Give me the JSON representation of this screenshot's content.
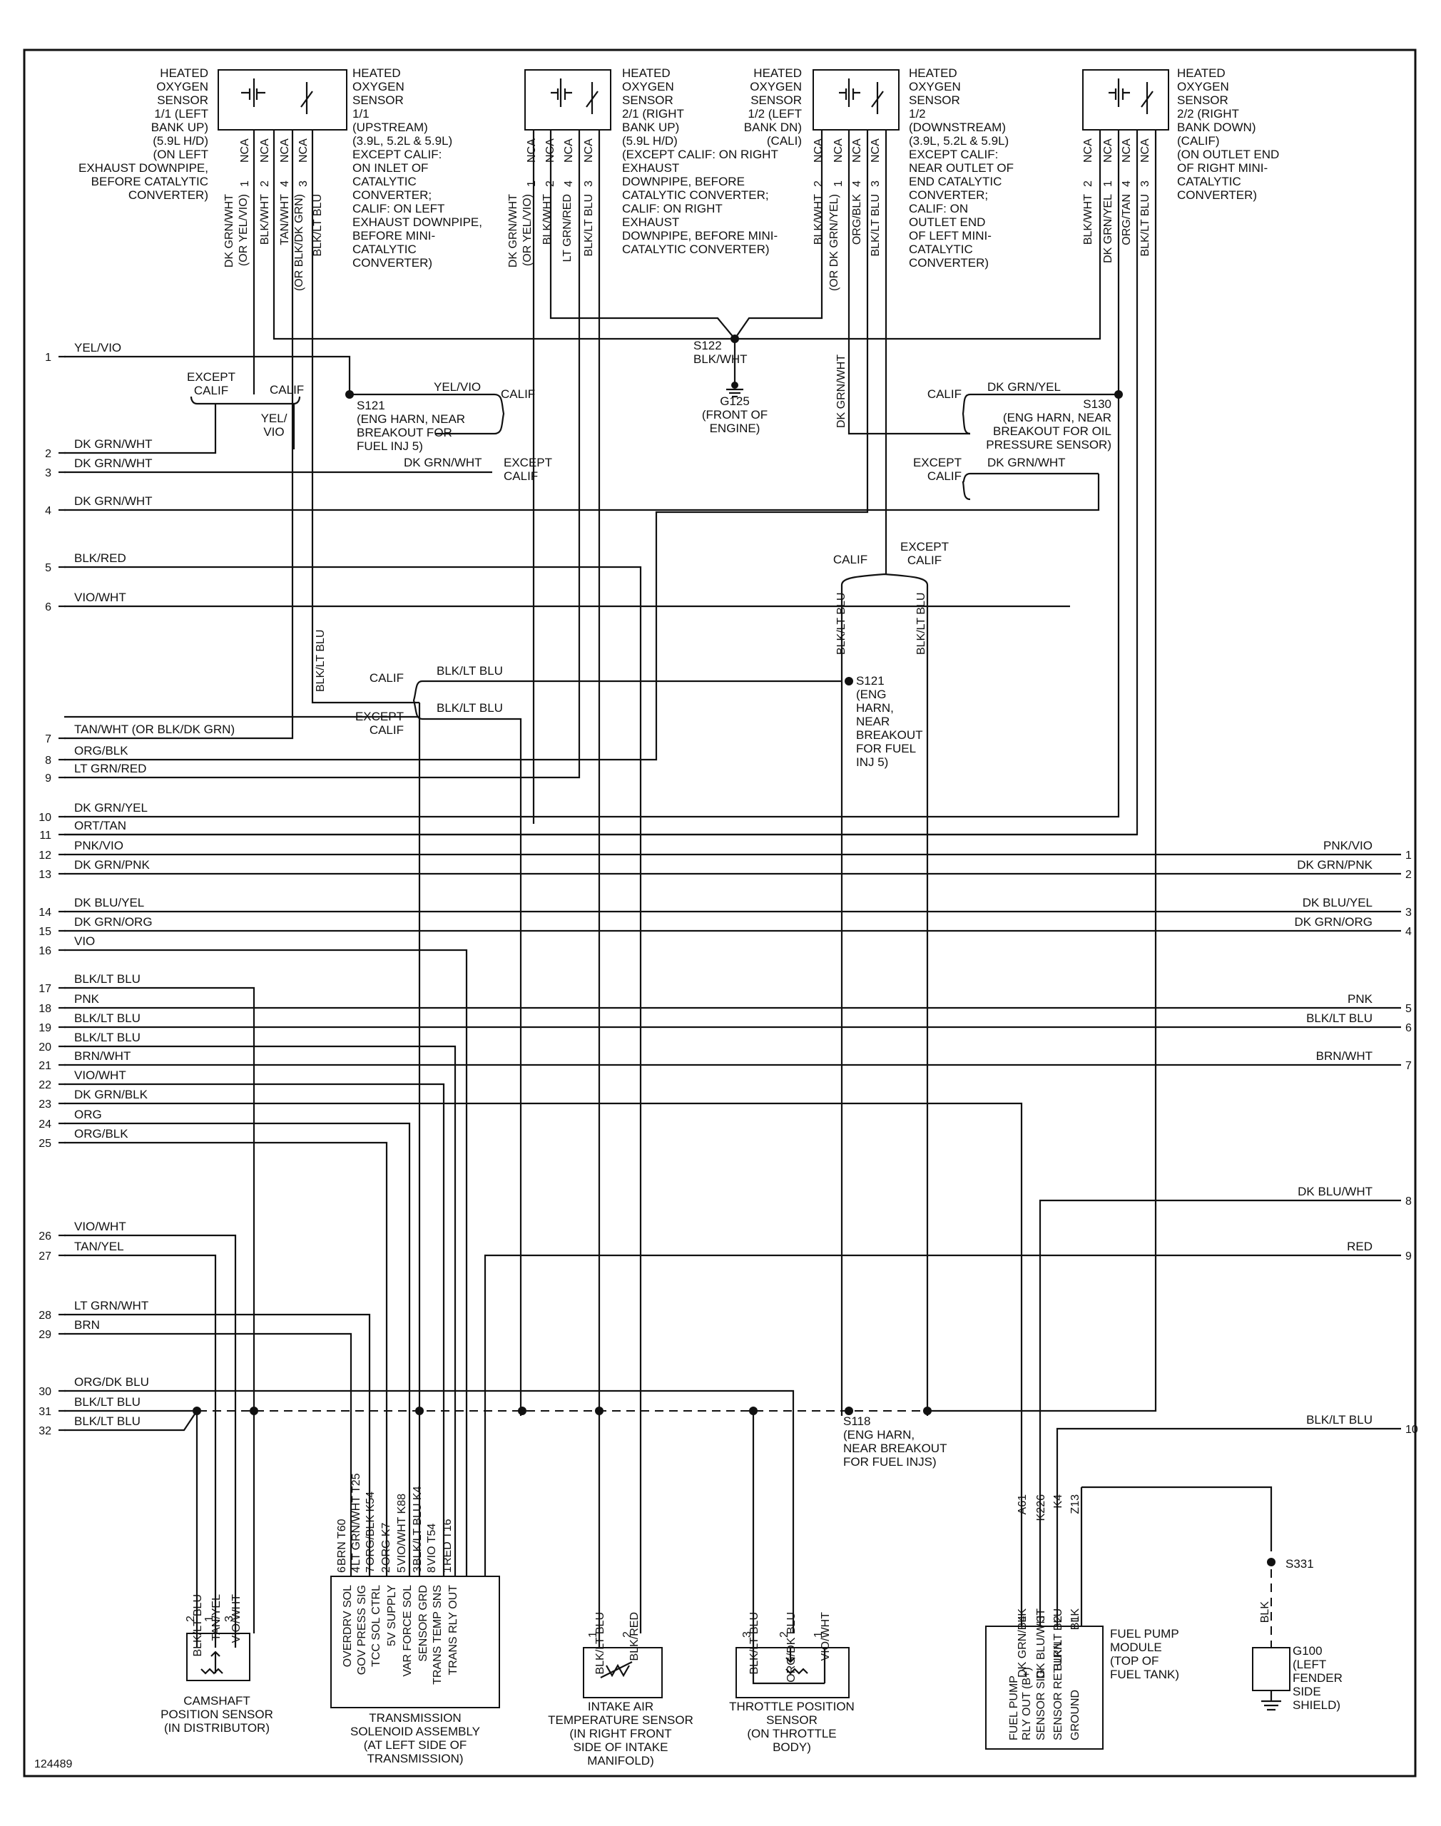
{
  "figure_id": "124489",
  "oxygen_sensors": [
    {
      "id": "s11",
      "title": [
        "HEATED",
        "OXYGEN",
        "SENSOR",
        "1/1 (LEFT",
        "BANK UP)",
        "(5.9L H/D)",
        "(ON LEFT",
        "EXHAUST DOWNPIPE,",
        "BEFORE CATALYTIC",
        "CONVERTER)"
      ],
      "wires": [
        "DK GRN/WHT",
        "(OR YEL/VIO)",
        "BLK/WHT",
        "TAN/WHT",
        "(OR BLK/DK GRN)",
        "BLK/LT BLU"
      ],
      "pins": [
        "NCA",
        "NCA",
        "NCA",
        "NCA"
      ],
      "pin_nums": [
        "1",
        "2",
        "4",
        "3"
      ]
    },
    {
      "id": "s11u",
      "title": [
        "HEATED",
        "OXYGEN",
        "SENSOR",
        "1/1",
        "(UPSTREAM)",
        "(3.9L, 5.2L & 5.9L)",
        "EXCEPT CALIF:",
        "ON INLET OF",
        "CATALYTIC",
        "CONVERTER;",
        "CALIF: ON LEFT",
        "EXHAUST DOWNPIPE,",
        "BEFORE MINI-",
        "CATALYTIC",
        "CONVERTER)"
      ]
    },
    {
      "id": "s21",
      "title": [
        "HEATED",
        "OXYGEN",
        "SENSOR",
        "2/1 (RIGHT",
        "BANK UP)",
        "(5.9L H/D)",
        "(EXCEPT CALIF: ON RIGHT",
        "EXHAUST",
        "DOWNPIPE, BEFORE",
        "CATALYTIC CONVERTER;",
        "CALIF: ON RIGHT",
        "EXHAUST",
        "DOWNPIPE, BEFORE MINI-",
        "CATALYTIC CONVERTER)"
      ],
      "wires": [
        "DK GRN/WHT",
        "(OR YEL/VIO)",
        "BLK/WHT",
        "LT GRN/RED",
        "BLK/LT BLU"
      ],
      "pins": [
        "NCA",
        "NCA",
        "NCA",
        "NCA"
      ],
      "pin_nums": [
        "1",
        "2",
        "4",
        "3"
      ]
    },
    {
      "id": "s12",
      "title": [
        "HEATED",
        "OXYGEN",
        "SENSOR",
        "1/2 (LEFT",
        "BANK DN)",
        "(CALI)"
      ],
      "wires": [
        "BLK/WHT",
        "(OR DK GRN/YEL)",
        "ORG/BLK",
        "BLK/LT BLU"
      ],
      "pins": [
        "NCA",
        "NCA",
        "NCA",
        "NCA"
      ],
      "pin_nums": [
        "2",
        "1",
        "4",
        "3"
      ]
    },
    {
      "id": "s12d",
      "title": [
        "HEATED",
        "OXYGEN",
        "SENSOR",
        "1/2",
        "(DOWNSTREAM)",
        "(3.9L, 5.2L & 5.9L)",
        "EXCEPT CALIF:",
        "NEAR OUTLET OF",
        "END CATALYTIC",
        "CONVERTER;",
        "CALIF: ON",
        "OUTLET END",
        "OF LEFT MINI-",
        "CATALYTIC",
        "CONVERTER)"
      ]
    },
    {
      "id": "s22",
      "title": [
        "HEATED",
        "OXYGEN",
        "SENSOR",
        "2/2 (RIGHT",
        "BANK DOWN)",
        "(CALIF)",
        "(ON OUTLET END",
        "OF RIGHT MINI-",
        "CATALYTIC",
        "CONVERTER)"
      ],
      "wires": [
        "BLK/WHT",
        "DK GRN/YEL",
        "ORG/TAN",
        "BLK/LT BLU"
      ],
      "pins": [
        "NCA",
        "NCA",
        "NCA",
        "NCA"
      ],
      "pin_nums": [
        "2",
        "1",
        "4",
        "3"
      ]
    }
  ],
  "splices": {
    "s122": [
      "S122",
      "BLK/WHT"
    ],
    "g125": [
      "G125",
      "(FRONT OF",
      "ENGINE)"
    ],
    "s121a": [
      "S121",
      "(ENG HARN, NEAR",
      "BREAKOUT FOR",
      "FUEL INJ 5)"
    ],
    "s130": [
      "S130",
      "(ENG HARN, NEAR",
      "BREAKOUT FOR OIL",
      "PRESSURE SENSOR)"
    ],
    "s121b": [
      "S121",
      "(ENG",
      "HARN,",
      "NEAR",
      "BREAKOUT",
      "FOR FUEL",
      "INJ 5)"
    ],
    "s118": [
      "S118",
      "(ENG HARN,",
      "NEAR BREAKOUT",
      "FOR FUEL INJS)"
    ],
    "s331": [
      "S331"
    ],
    "g100": [
      "G100",
      "(LEFT",
      "FENDER",
      "SIDE",
      "SHIELD)"
    ]
  },
  "branch_labels": {
    "except_calif": [
      "EXCEPT",
      "CALIF"
    ],
    "calif": "CALIF",
    "yel_vio_split": [
      "YEL/",
      "VIO"
    ],
    "yel_vio": "YEL/VIO",
    "dk_grn_wht": "DK GRN/WHT",
    "dk_grn_yel": "DK GRN/YEL",
    "blk_lt_blu": "BLK/LT BLU",
    "calif_right": "CALIF",
    "except_calif_right": [
      "EXCEPT",
      "CALIF"
    ]
  },
  "left_pins": [
    {
      "n": "1",
      "label": "YEL/VIO"
    },
    {
      "n": "2",
      "label": "DK GRN/WHT"
    },
    {
      "n": "3",
      "label": "DK GRN/WHT"
    },
    {
      "n": "4",
      "label": "DK GRN/WHT"
    },
    {
      "n": "5",
      "label": "BLK/RED"
    },
    {
      "n": "6",
      "label": "VIO/WHT"
    },
    {
      "n": "7",
      "label": "TAN/WHT (OR BLK/DK GRN)"
    },
    {
      "n": "8",
      "label": "ORG/BLK"
    },
    {
      "n": "9",
      "label": "LT GRN/RED"
    },
    {
      "n": "10",
      "label": "DK GRN/YEL"
    },
    {
      "n": "11",
      "label": "ORT/TAN"
    },
    {
      "n": "12",
      "label": "PNK/VIO"
    },
    {
      "n": "13",
      "label": "DK GRN/PNK"
    },
    {
      "n": "14",
      "label": "DK BLU/YEL"
    },
    {
      "n": "15",
      "label": "DK GRN/ORG"
    },
    {
      "n": "16",
      "label": "VIO"
    },
    {
      "n": "17",
      "label": "BLK/LT BLU"
    },
    {
      "n": "18",
      "label": "PNK"
    },
    {
      "n": "19",
      "label": "BLK/LT BLU"
    },
    {
      "n": "20",
      "label": "BLK/LT BLU"
    },
    {
      "n": "21",
      "label": "BRN/WHT"
    },
    {
      "n": "22",
      "label": "VIO/WHT"
    },
    {
      "n": "23",
      "label": "DK GRN/BLK"
    },
    {
      "n": "24",
      "label": "ORG"
    },
    {
      "n": "25",
      "label": "ORG/BLK"
    },
    {
      "n": "26",
      "label": "VIO/WHT"
    },
    {
      "n": "27",
      "label": "TAN/YEL"
    },
    {
      "n": "28",
      "label": "LT GRN/WHT"
    },
    {
      "n": "29",
      "label": "BRN"
    },
    {
      "n": "30",
      "label": "ORG/DK BLU"
    },
    {
      "n": "31",
      "label": "BLK/LT BLU"
    },
    {
      "n": "32",
      "label": "BLK/LT BLU"
    }
  ],
  "right_pins": [
    {
      "n": "1",
      "label": "PNK/VIO"
    },
    {
      "n": "2",
      "label": "DK GRN/PNK"
    },
    {
      "n": "3",
      "label": "DK BLU/YEL"
    },
    {
      "n": "4",
      "label": "DK GRN/ORG"
    },
    {
      "n": "5",
      "label": "PNK"
    },
    {
      "n": "6",
      "label": "BLK/LT BLU"
    },
    {
      "n": "7",
      "label": "BRN/WHT"
    },
    {
      "n": "8",
      "label": "DK BLU/WHT"
    },
    {
      "n": "9",
      "label": "RED"
    },
    {
      "n": "10",
      "label": "BLK/LT BLU"
    }
  ],
  "vertical_wire_labels": {
    "v_blk_lt_blu_7": "BLK/LT BLU",
    "v_dk_grn_wht_sensor": "DK GRN/WHT",
    "v_blk_lt_blu_calif": "BLK/LT BLU",
    "v_blk_lt_blu_except": "BLK/LT BLU"
  },
  "components": {
    "camshaft": {
      "title": [
        "CAMSHAFT",
        "POSITION SENSOR",
        "(IN DISTRIBUTOR)"
      ],
      "wires": [
        "BLK/LT BLU",
        "TAN/YEL",
        "VIO/WHT"
      ],
      "pins": [
        "2",
        "1",
        "3"
      ]
    },
    "transmission": {
      "title": [
        "TRANSMISSION",
        "SOLENOID ASSEMBLY",
        "(AT LEFT SIDE OF",
        "TRANSMISSION)"
      ],
      "wires": [
        "BRN  T60",
        "LT GRN/WHT  T25",
        "ORG/BLK  K54",
        "ORG  K7",
        "VIO/WHT  K88",
        "BLK/LT BLU  K4",
        "VIO  T54",
        "RED  T16"
      ],
      "pins": [
        "6",
        "4",
        "7",
        "2",
        "5",
        "3",
        "8",
        "1"
      ],
      "signals": [
        "OVERDRV SOL",
        "GOV PRESS SIG",
        "TCC SOL CTRL",
        "5V SUPPLY",
        "VAR FORCE SOL",
        "SENSOR GRD",
        "TRANS TEMP SNS",
        "TRANS RLY OUT"
      ]
    },
    "intake": {
      "title": [
        "INTAKE AIR",
        "TEMPERATURE SENSOR",
        "(IN RIGHT FRONT",
        "SIDE OF INTAKE",
        "MANIFOLD)"
      ],
      "wires": [
        "BLK/LT BLU",
        "BLK/RED"
      ],
      "pins": [
        "1",
        "2"
      ]
    },
    "throttle": {
      "title": [
        "THROTTLE POSITION",
        "SENSOR",
        "(ON THROTTLE",
        "BODY)"
      ],
      "wires": [
        "BLK/LT BLU",
        "ORG/DK BLU",
        "VIO/WHT"
      ],
      "pins": [
        "3",
        "2",
        "1"
      ]
    },
    "fuelpump": {
      "title": [
        "FUEL PUMP",
        "MODULE",
        "(TOP OF",
        "FUEL TANK)"
      ],
      "wires": [
        "DK GRN/BLK",
        "DK BLU/WHT",
        "BLK/LT BLU",
        "BLK"
      ],
      "circuit_ids": [
        "A61",
        "K226",
        "K4",
        "Z13"
      ],
      "pins": [
        "4",
        "3",
        "2",
        "1"
      ],
      "signals": [
        "FUEL PUMP\nRLY OUT (B+)",
        "SENSOR SIG",
        "SENSOR RETURN",
        "GROUND"
      ]
    },
    "g100_wire": "BLK"
  }
}
